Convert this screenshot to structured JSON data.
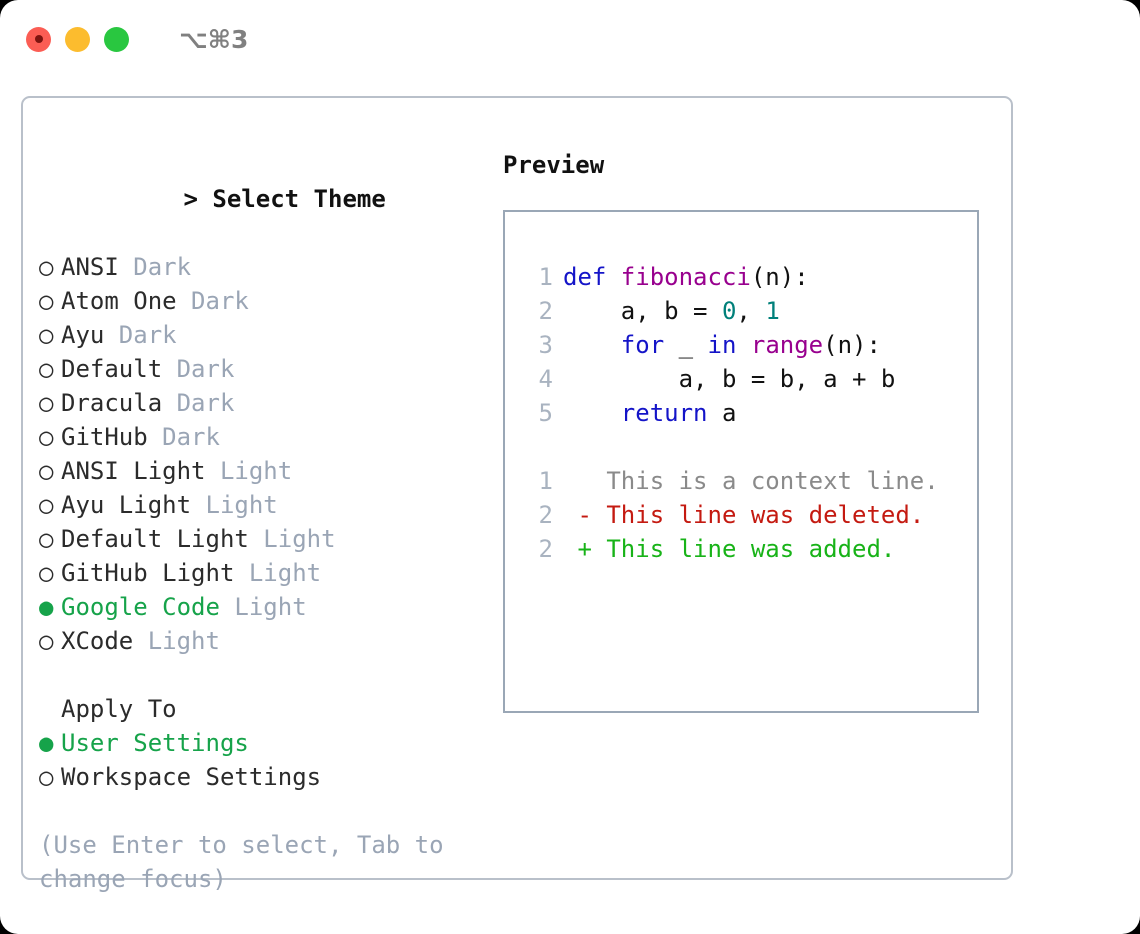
{
  "window": {
    "traffic_lights": [
      "close",
      "minimize",
      "maximize"
    ],
    "shortcut_label": "⌥⌘3",
    "accent_green": "#16a34a",
    "muted_gray": "#9aa5b5",
    "border_color": "#b9c0ca"
  },
  "theme_picker": {
    "caret": "> ",
    "title": "Select Theme",
    "bullet_off": "○",
    "bullet_on": "●",
    "items": [
      {
        "name": "ANSI",
        "tag": "Dark",
        "selected": false
      },
      {
        "name": "Atom One",
        "tag": "Dark",
        "selected": false
      },
      {
        "name": "Ayu",
        "tag": "Dark",
        "selected": false
      },
      {
        "name": "Default",
        "tag": "Dark",
        "selected": false
      },
      {
        "name": "Dracula",
        "tag": "Dark",
        "selected": false
      },
      {
        "name": "GitHub",
        "tag": "Dark",
        "selected": false
      },
      {
        "name": "ANSI Light",
        "tag": "Light",
        "selected": false
      },
      {
        "name": "Ayu Light",
        "tag": "Light",
        "selected": false
      },
      {
        "name": "Default Light",
        "tag": "Light",
        "selected": false
      },
      {
        "name": "GitHub Light",
        "tag": "Light",
        "selected": false
      },
      {
        "name": "Google Code",
        "tag": "Light",
        "selected": true
      },
      {
        "name": "XCode",
        "tag": "Light",
        "selected": false
      }
    ]
  },
  "apply_to": {
    "title": "Apply To",
    "items": [
      {
        "name": "User Settings",
        "selected": true
      },
      {
        "name": "Workspace Settings",
        "selected": false
      }
    ]
  },
  "hint": {
    "text": "(Use Enter to select, Tab to change focus)"
  },
  "preview": {
    "title": "Preview",
    "code_lines": [
      {
        "num": "1",
        "tokens": [
          {
            "t": "def ",
            "c": "kw"
          },
          {
            "t": "fibonacci",
            "c": "fn"
          },
          {
            "t": "(n):",
            "c": "plain"
          }
        ]
      },
      {
        "num": "2",
        "tokens": [
          {
            "t": "    a, b = ",
            "c": "plain"
          },
          {
            "t": "0",
            "c": "num"
          },
          {
            "t": ", ",
            "c": "plain"
          },
          {
            "t": "1",
            "c": "num"
          }
        ]
      },
      {
        "num": "3",
        "tokens": [
          {
            "t": "    ",
            "c": "plain"
          },
          {
            "t": "for",
            "c": "kw"
          },
          {
            "t": " _ ",
            "c": "plain"
          },
          {
            "t": "in",
            "c": "kw"
          },
          {
            "t": " ",
            "c": "plain"
          },
          {
            "t": "range",
            "c": "fn"
          },
          {
            "t": "(n):",
            "c": "plain"
          }
        ]
      },
      {
        "num": "4",
        "tokens": [
          {
            "t": "        a, b = b, a + b",
            "c": "plain"
          }
        ]
      },
      {
        "num": "5",
        "tokens": [
          {
            "t": "    ",
            "c": "plain"
          },
          {
            "t": "return",
            "c": "kw"
          },
          {
            "t": " a",
            "c": "plain"
          }
        ]
      }
    ],
    "diff_lines": [
      {
        "num": "1",
        "marker": "  ",
        "text": "This is a context line.",
        "kind": "ctx"
      },
      {
        "num": "2",
        "marker": "- ",
        "text": "This line was deleted.",
        "kind": "del"
      },
      {
        "num": "2",
        "marker": "+ ",
        "text": "This line was added.",
        "kind": "add"
      }
    ]
  }
}
